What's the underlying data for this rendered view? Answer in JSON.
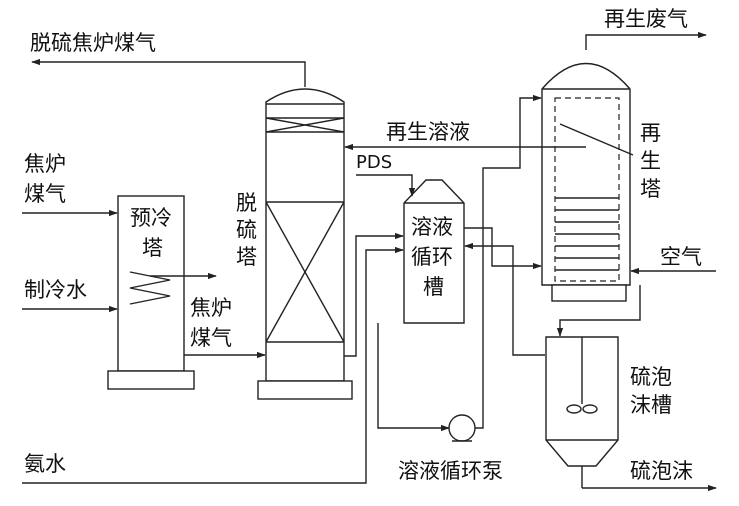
{
  "labels": {
    "desulfurized_gas": "脱硫焦炉煤气",
    "regen_exhaust": "再生废气",
    "coke_gas_in_1": "焦炉",
    "coke_gas_in_2": "煤气",
    "precool_1": "预冷",
    "precool_2": "塔",
    "chilled_water": "制冷水",
    "coke_gas_mid_1": "焦炉",
    "coke_gas_mid_2": "煤气",
    "desulf_tower_1": "脱",
    "desulf_tower_2": "硫",
    "desulf_tower_3": "塔",
    "regen_solution": "再生溶液",
    "pds": "PDS",
    "tank_1": "溶液",
    "tank_2": "循环",
    "tank_3": "槽",
    "regen_tower_1": "再",
    "regen_tower_2": "生",
    "regen_tower_3": "塔",
    "air": "空气",
    "foam_tank_1": "硫泡",
    "foam_tank_2": "沫槽",
    "ammonia": "氨水",
    "pump": "溶液循环泵",
    "sulfur_foam": "硫泡沫"
  }
}
